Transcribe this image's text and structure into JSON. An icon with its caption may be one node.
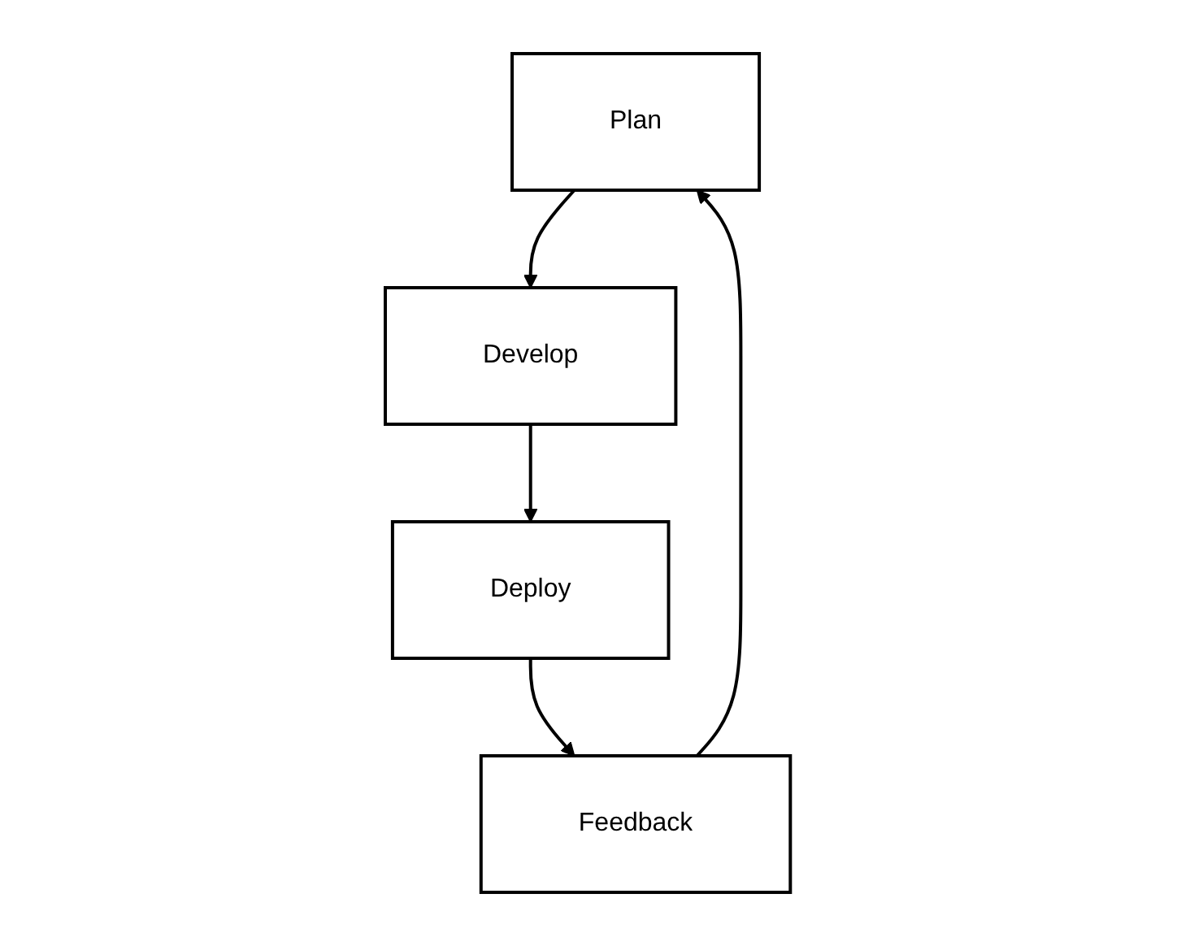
{
  "diagram": {
    "nodes": [
      {
        "text": [
          "Plan"
        ]
      },
      {
        "text": [
          "Develop"
        ]
      },
      {
        "text": [
          "Deploy"
        ]
      },
      {
        "text": [
          "Feedback"
        ]
      }
    ],
    "edges": [
      {
        "from": 0,
        "to": 1,
        "arrow": "to"
      },
      {
        "from": 1,
        "to": 2,
        "arrow": "to"
      },
      {
        "from": 2,
        "to": 3,
        "arrow": "to"
      },
      {
        "from": 3,
        "to": 0,
        "arrow": "to"
      }
    ]
  }
}
